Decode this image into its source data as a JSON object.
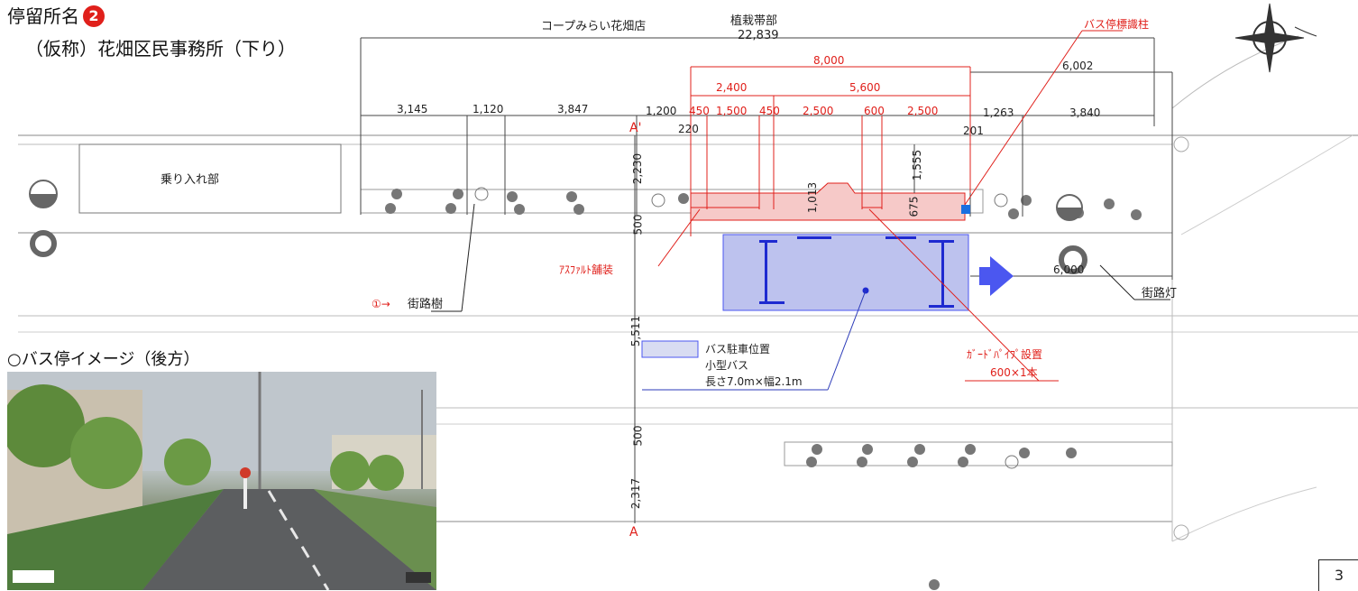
{
  "header": {
    "title_prefix": "停留所名",
    "stop_number": "2",
    "stop_name": "（仮称）花畑区民事務所（下り）"
  },
  "labels": {
    "coop_store": "コープみらい花畑店",
    "planting_zone": "植栽帯部",
    "boarding_zone": "乗り入れ部",
    "street_tree": "街路樹",
    "street_light": "街路灯",
    "marker_one": "①→",
    "asphalt": "ｱｽﾌｧﾙﾄ舗装",
    "bus_sign_pole": "バス停標識柱",
    "guard_pipe_title": "ｶﾞｰﾄﾞﾊﾟｲﾌﾟ設置",
    "guard_pipe_spec": "600×1本",
    "section_a_top": "A'",
    "section_a_bottom": "A",
    "page_number": "3"
  },
  "legend": {
    "title": "バス駐車位置",
    "vehicle": "小型バス",
    "size": "長さ7.0m×幅2.1m"
  },
  "photo": {
    "title": "○バス停イメージ（後方）"
  },
  "dimensions": {
    "total": "22,839",
    "red_total": "8,000",
    "right_span": "6,002",
    "red_sub1": "2,400",
    "red_sub2": "5,600",
    "top_segments": [
      "3,145",
      "1,120",
      "3,847",
      "1,200",
      "450",
      "1,500",
      "450",
      "2,500",
      "600",
      "2,500",
      "1,263",
      "3,840"
    ],
    "small_220": "220",
    "small_201": "201",
    "v_2230": "2,230",
    "v_500a": "500",
    "v_1555": "1,555",
    "v_1013": "1,013",
    "v_675": "675",
    "v_5511": "5,511",
    "v_500b": "500",
    "v_2317": "2,317",
    "bus_len": "6,000"
  },
  "colors": {
    "red": "#e0201b",
    "bus_fill": "#8c95e0",
    "arrow": "#4b57f0",
    "sign_blue": "#1a6fe0"
  }
}
